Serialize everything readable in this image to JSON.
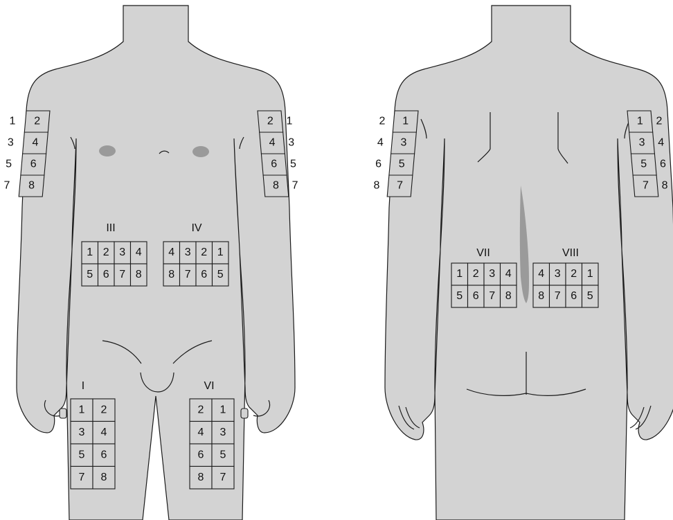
{
  "figure": {
    "front": {
      "zones": {
        "upper_arm_right": {
          "cells": [
            "2",
            "4",
            "6",
            "8"
          ],
          "side_numbers": [
            "1",
            "3",
            "5",
            "7"
          ]
        },
        "upper_arm_left": {
          "cells": [
            "2",
            "4",
            "6",
            "8"
          ],
          "side_numbers": [
            "1",
            "3",
            "5",
            "7"
          ]
        },
        "abdomen_III": {
          "label": "III",
          "top": [
            "1",
            "2",
            "3",
            "4"
          ],
          "bottom": [
            "5",
            "6",
            "7",
            "8"
          ]
        },
        "abdomen_IV": {
          "label": "IV",
          "top": [
            "4",
            "3",
            "2",
            "1"
          ],
          "bottom": [
            "8",
            "7",
            "6",
            "5"
          ]
        },
        "thigh_I": {
          "label": "I",
          "rows": [
            [
              "1",
              "2"
            ],
            [
              "3",
              "4"
            ],
            [
              "5",
              "6"
            ],
            [
              "7",
              "8"
            ]
          ]
        },
        "thigh_VI": {
          "label": "VI",
          "rows": [
            [
              "2",
              "1"
            ],
            [
              "4",
              "3"
            ],
            [
              "6",
              "5"
            ],
            [
              "8",
              "7"
            ]
          ]
        }
      }
    },
    "back": {
      "zones": {
        "upper_arm_left": {
          "cells": [
            "1",
            "3",
            "5",
            "7"
          ],
          "side_numbers": [
            "2",
            "4",
            "6",
            "8"
          ]
        },
        "upper_arm_right": {
          "cells": [
            "1",
            "3",
            "5",
            "7"
          ],
          "side_numbers": [
            "2",
            "4",
            "6",
            "8"
          ]
        },
        "lower_back_VII": {
          "label": "VII",
          "top": [
            "1",
            "2",
            "3",
            "4"
          ],
          "bottom": [
            "5",
            "6",
            "7",
            "8"
          ]
        },
        "lower_back_VIII": {
          "label": "VIII",
          "top": [
            "4",
            "3",
            "2",
            "1"
          ],
          "bottom": [
            "8",
            "7",
            "6",
            "5"
          ]
        }
      }
    }
  },
  "colors": {
    "body": "#d3d3d3",
    "outline": "#1a1a1a",
    "mark": "#9a9a9a"
  }
}
